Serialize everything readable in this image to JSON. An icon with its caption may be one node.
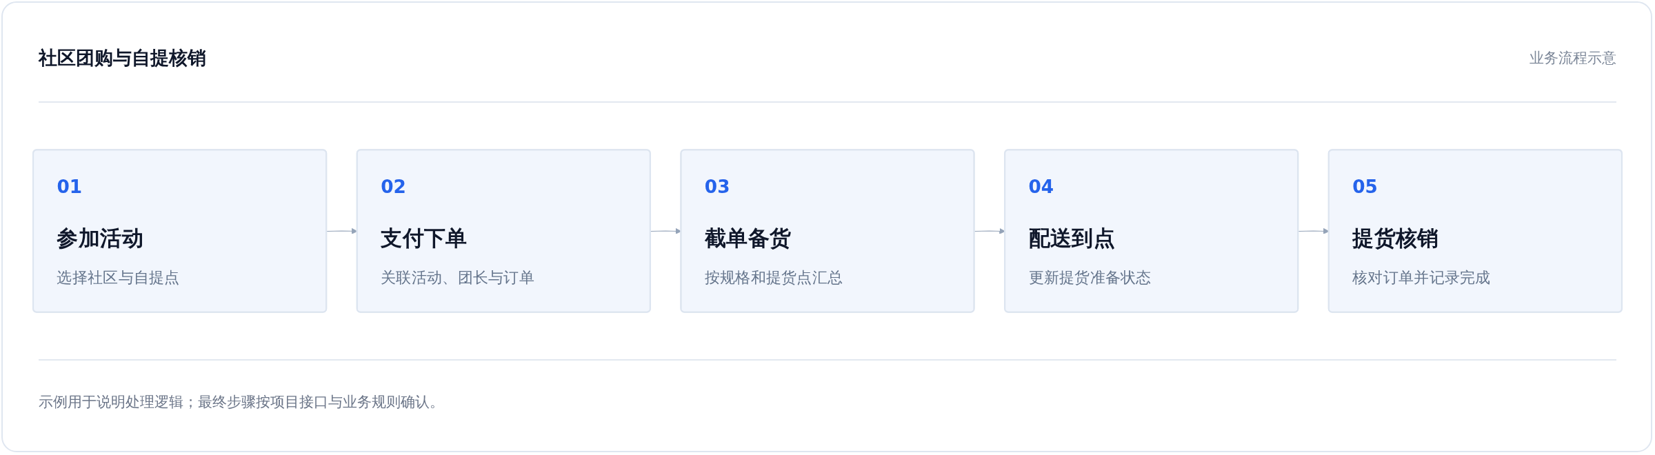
{
  "diagram": {
    "title": "社区团购与自提核销",
    "nodes": [
      {
        "text": [
          "01",
          "参加活动",
          "选择社区与自提点"
        ]
      },
      {
        "text": [
          "02",
          "支付下单",
          "关联活动、团长与订单"
        ]
      },
      {
        "text": [
          "03",
          "截单备货",
          "按规格和提货点汇总"
        ]
      },
      {
        "text": [
          "04",
          "配送到点",
          "更新提货准备状态"
        ]
      },
      {
        "text": [
          "05",
          "提货核销",
          "核对订单并记录完成"
        ]
      }
    ],
    "edges": [
      {
        "from": 0,
        "to": 1,
        "arrow": "to"
      },
      {
        "from": 1,
        "to": 2,
        "arrow": "to"
      },
      {
        "from": 2,
        "to": 3,
        "arrow": "to"
      },
      {
        "from": 3,
        "to": 4,
        "arrow": "to"
      }
    ],
    "labels": [
      "业务流程示意"
    ],
    "caption": "示例用于说明处理逻辑；最终步骤按项目接口与业务规则确认。"
  }
}
